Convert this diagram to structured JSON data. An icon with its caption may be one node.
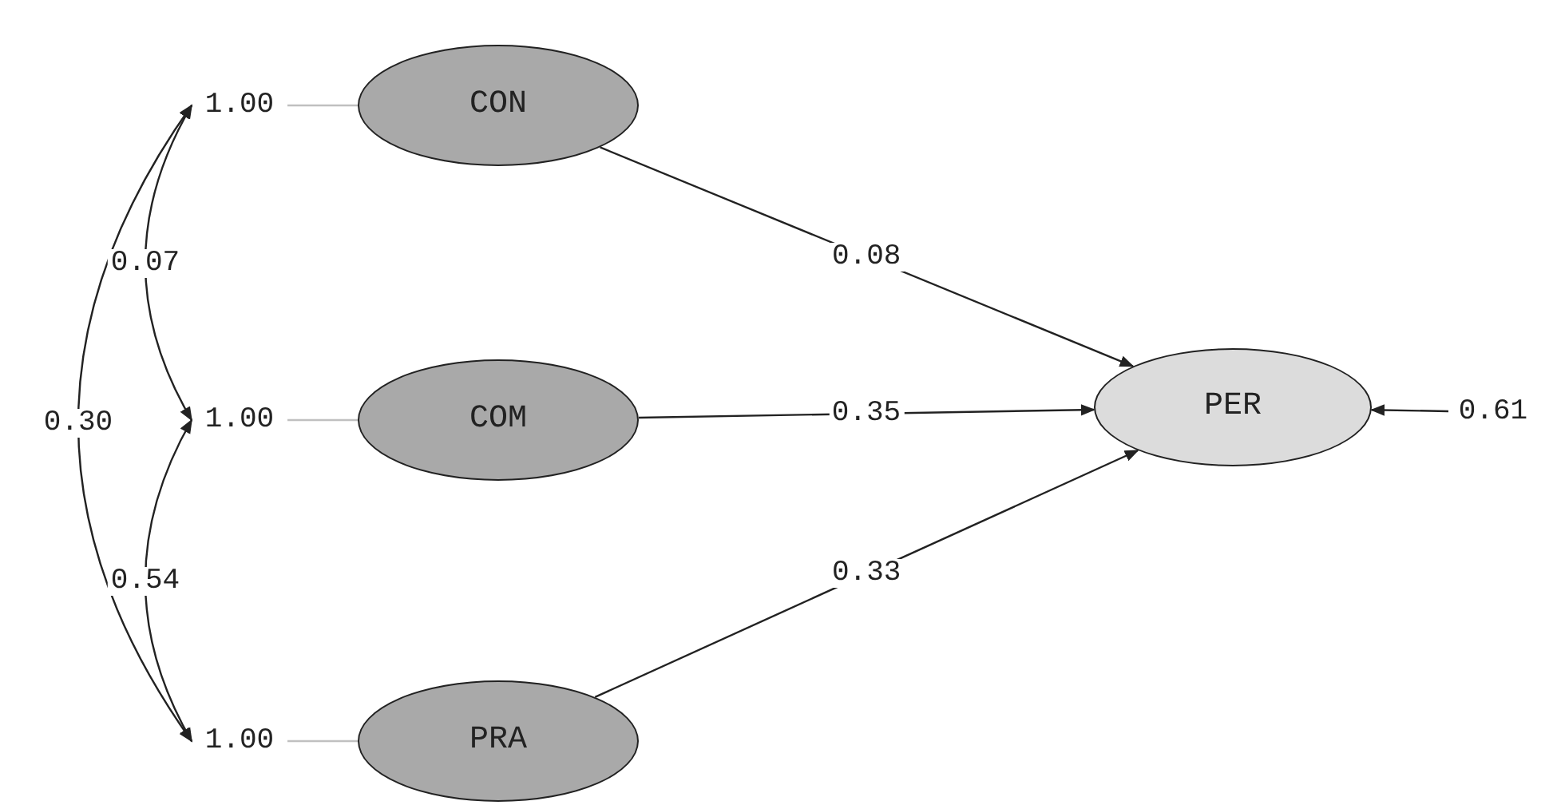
{
  "diagram": {
    "nodes": [
      {
        "text": [
          "1.00"
        ]
      },
      {
        "text": [
          "1.00"
        ]
      },
      {
        "text": [
          "1.00"
        ]
      },
      {
        "text": [
          "CON"
        ]
      },
      {
        "text": [
          "COM"
        ]
      },
      {
        "text": [
          "PRA"
        ]
      },
      {
        "text": [
          "PER"
        ]
      },
      {
        "text": [
          "0.61"
        ]
      }
    ],
    "edges": [
      {
        "from": 0,
        "to": 3,
        "arrow": "none",
        "color": "#c0c0c0"
      },
      {
        "from": 1,
        "to": 4,
        "arrow": "none",
        "color": "#c0c0c0"
      },
      {
        "from": 2,
        "to": 5,
        "arrow": "none",
        "color": "#c0c0c0"
      },
      {
        "from": 0,
        "to": 1,
        "arrow": "both",
        "label": "0.07"
      },
      {
        "from": 0,
        "to": 2,
        "arrow": "both",
        "label": "0.30"
      },
      {
        "from": 1,
        "to": 2,
        "arrow": "both",
        "label": "0.54"
      },
      {
        "from": 3,
        "to": 6,
        "arrow": "to",
        "label": "0.08"
      },
      {
        "from": 4,
        "to": 6,
        "arrow": "to",
        "label": "0.35"
      },
      {
        "from": 5,
        "to": 6,
        "arrow": "to",
        "label": "0.33"
      },
      {
        "from": 7,
        "to": 6,
        "arrow": "to"
      }
    ]
  }
}
